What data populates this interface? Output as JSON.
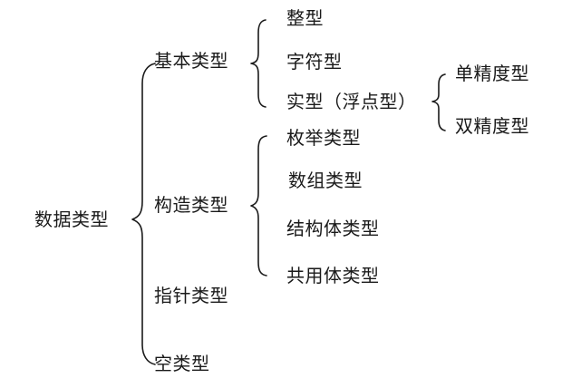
{
  "root": {
    "label": "数据类型"
  },
  "categories": [
    {
      "label": "基本类型"
    },
    {
      "label": "构造类型"
    },
    {
      "label": "指针类型"
    },
    {
      "label": "空类型"
    }
  ],
  "basic_types": [
    {
      "label": "整型"
    },
    {
      "label": "字符型"
    },
    {
      "label": "实型（浮点型）"
    }
  ],
  "float_types": [
    {
      "label": "单精度型"
    },
    {
      "label": "双精度型"
    }
  ],
  "constructed_types": [
    {
      "label": "枚举类型"
    },
    {
      "label": "数组类型"
    },
    {
      "label": "结构体类型"
    },
    {
      "label": "共用体类型"
    }
  ]
}
